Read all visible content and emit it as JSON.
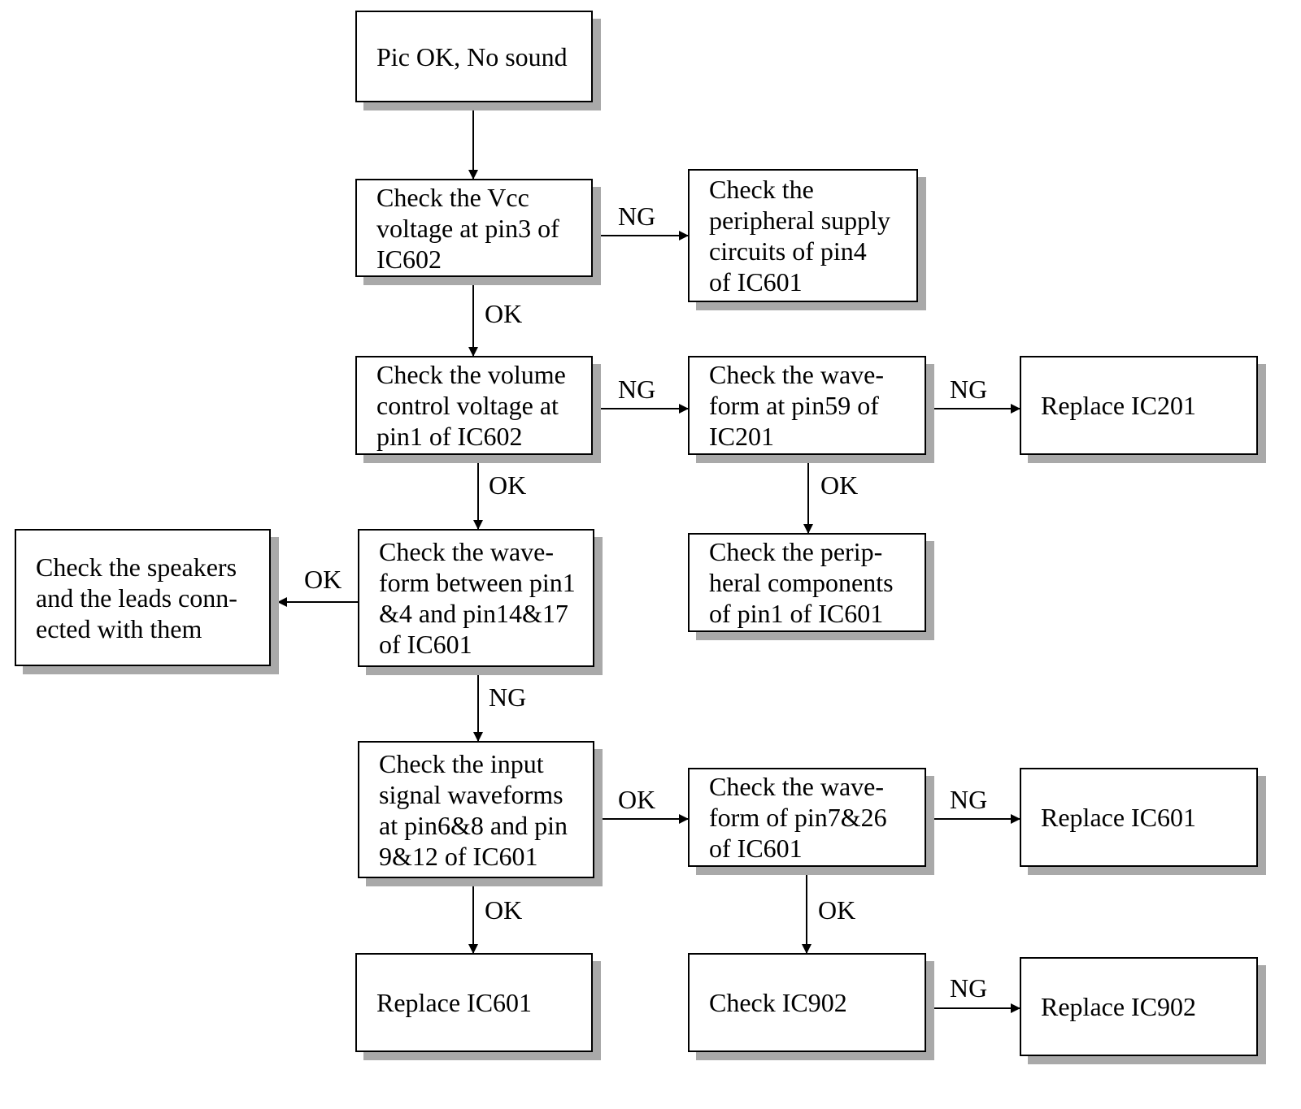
{
  "nodes": {
    "start": "Pic OK, No sound",
    "vcc": "Check the Vcc\nvoltage at pin3 of\n IC602",
    "supply": "Check the\nperipheral supply\ncircuits of pin4\nof  IC601",
    "volume": "Check the volume\ncontrol voltage at\npin1 of IC602",
    "wave59": "Check the wave-\nform at pin59 of\nIC201",
    "replace201": "Replace IC201",
    "periph1": "Check the perip-\nheral components\nof pin1 of IC601",
    "wave14": "Check the wave-\nform between pin1\n&4 and pin14&17\nof IC601",
    "speakers": "Check the speakers\nand the leads conn-\nected with them",
    "input": "Check the input\nsignal waveforms\nat pin6&8 and pin\n9&12 of IC601",
    "wave7": "Check the wave-\nform of pin7&26\nof IC601",
    "replace601b": "Replace IC601",
    "replace601": "Replace IC601",
    "ic902": "Check IC902",
    "replace902": "Replace IC902"
  },
  "labels": {
    "vcc_supply": "NG",
    "vcc_volume": "OK",
    "volume_wave59": "NG",
    "wave59_replace201": "NG",
    "volume_wave14": "OK",
    "wave59_periph1": "OK",
    "wave14_speakers": "OK",
    "wave14_input": "NG",
    "input_wave7": "OK",
    "wave7_replace601b": "NG",
    "input_replace601": "OK",
    "wave7_ic902": "OK",
    "ic902_replace902": "NG"
  }
}
